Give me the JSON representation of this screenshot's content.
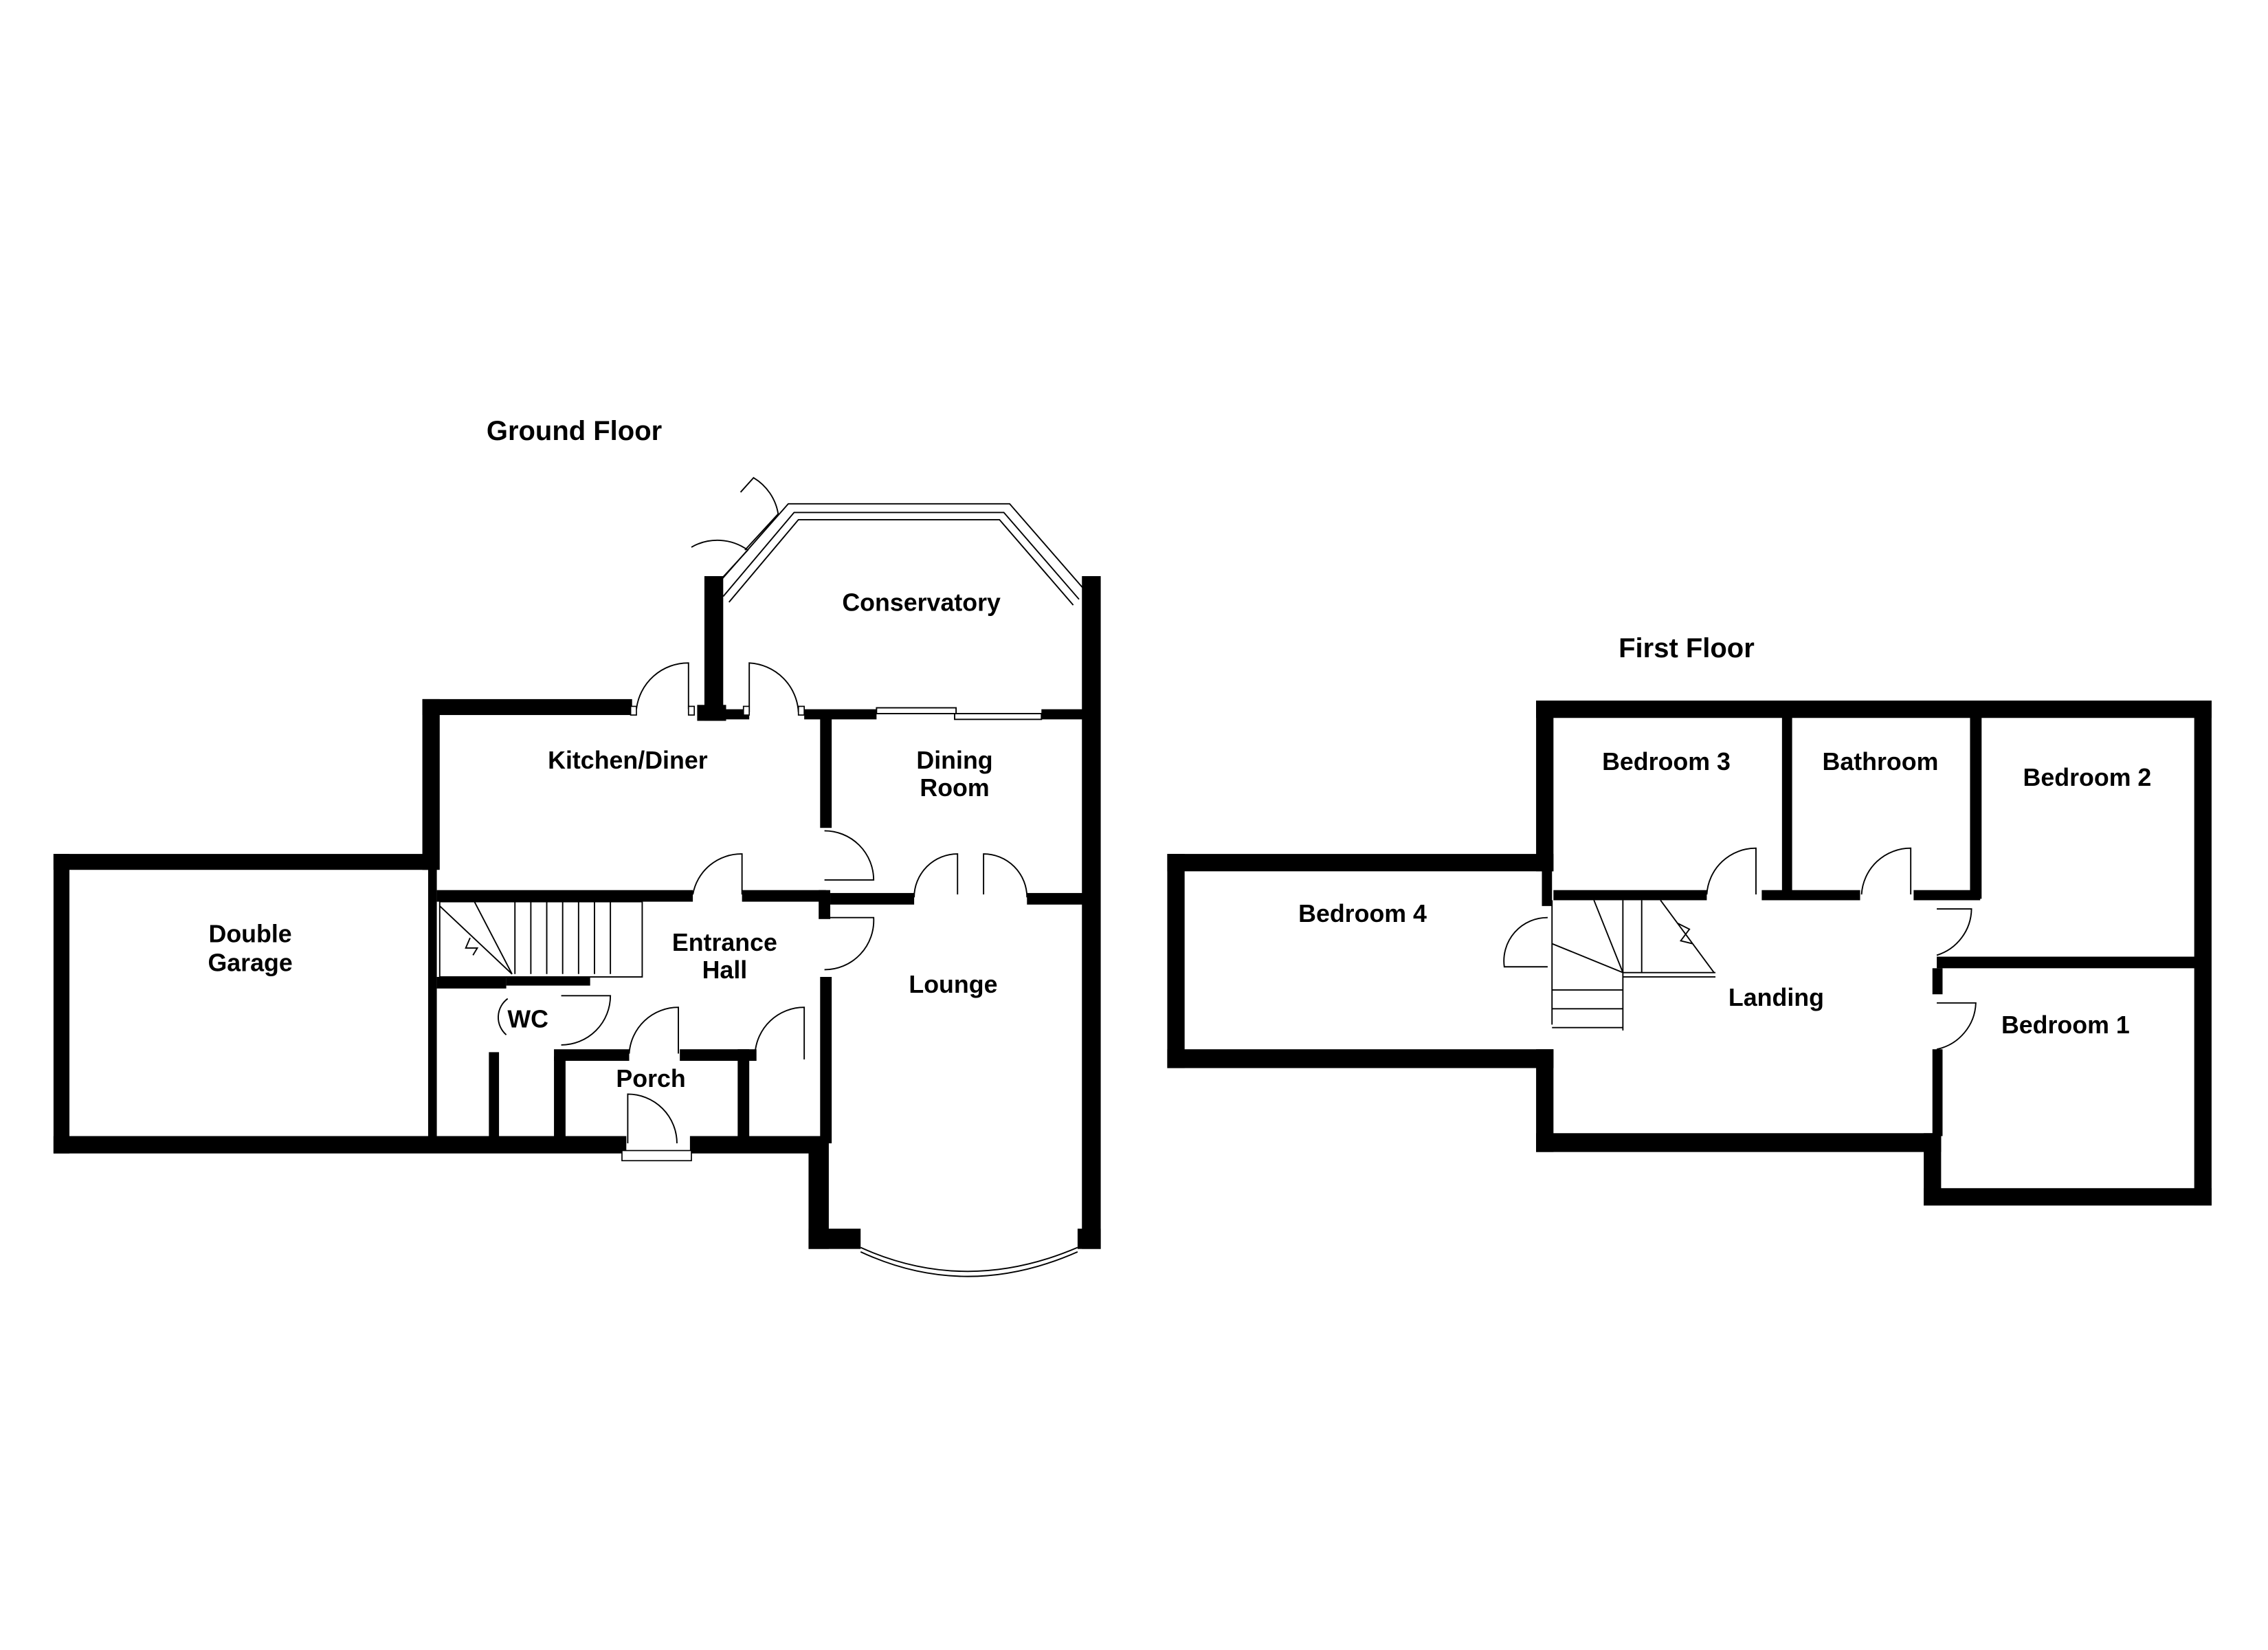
{
  "floors": {
    "ground": {
      "title": "Ground Floor",
      "rooms": {
        "conservatory": "Conservatory",
        "kitchen_diner": "Kitchen/Diner",
        "dining_room_line1": "Dining",
        "dining_room_line2": "Room",
        "double_garage_line1": "Double",
        "double_garage_line2": "Garage",
        "entrance_hall_line1": "Entrance",
        "entrance_hall_line2": "Hall",
        "lounge": "Lounge",
        "wc": "WC",
        "porch": "Porch"
      }
    },
    "first": {
      "title": "First Floor",
      "rooms": {
        "bedroom_3": "Bedroom 3",
        "bathroom": "Bathroom",
        "bedroom_2": "Bedroom 2",
        "bedroom_4": "Bedroom 4",
        "landing": "Landing",
        "bedroom_1": "Bedroom 1"
      }
    }
  },
  "colors": {
    "walls": "#000000",
    "background": "#ffffff"
  }
}
